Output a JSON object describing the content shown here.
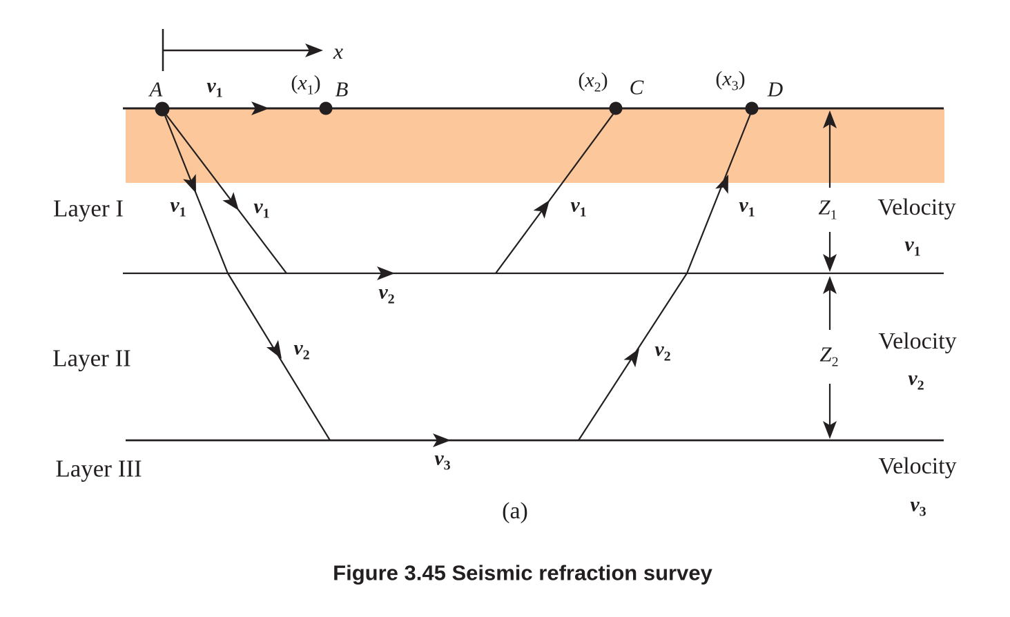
{
  "colors": {
    "band": "#FCC79A",
    "ink": "#231F20"
  },
  "axis": {
    "label": "x"
  },
  "points": {
    "A": "A",
    "B": "B",
    "C": "C",
    "D": "D"
  },
  "offsets": {
    "x1": {
      "pre": "(",
      "base": "x",
      "sub": "1",
      "post": ")"
    },
    "x2": {
      "pre": "(",
      "base": "x",
      "sub": "2",
      "post": ")"
    },
    "x3": {
      "pre": "(",
      "base": "x",
      "sub": "3",
      "post": ")"
    }
  },
  "vars": {
    "v1": {
      "base": "v",
      "sub": "1"
    },
    "v2": {
      "base": "v",
      "sub": "2"
    },
    "v3": {
      "base": "v",
      "sub": "3"
    },
    "z1": {
      "base": "Z",
      "sub": "1"
    },
    "z2": {
      "base": "Z",
      "sub": "2"
    }
  },
  "layers": {
    "layer1": "Layer I",
    "layer2": "Layer II",
    "layer3": "Layer III"
  },
  "velocity": {
    "word": "Velocity"
  },
  "captions": {
    "panel": "(a)",
    "figure": "Figure 3.45 Seismic refraction survey"
  }
}
